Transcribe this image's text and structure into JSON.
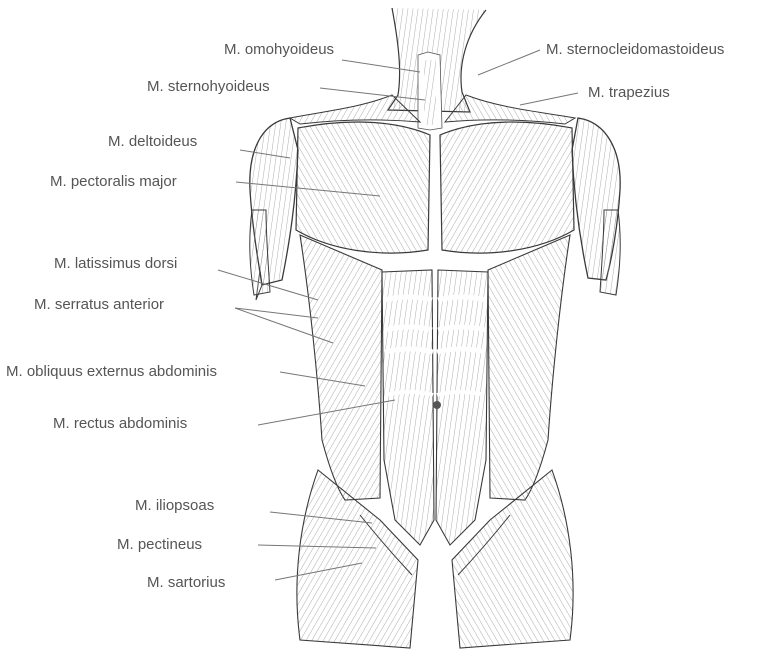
{
  "labels": {
    "omohyoideus": "M. omohyoideus",
    "sternocleidomastoideus": "M. sternocleidomastoideus",
    "sternohyoideus": "M. sternohyoideus",
    "trapezius": "M. trapezius",
    "deltoideus": "M. deltoideus",
    "pectoralis_major": "M. pectoralis major",
    "latissimus_dorsi": "M. latissimus dorsi",
    "serratus_anterior": "M. serratus anterior",
    "obliquus_externus": "M. obliquus externus abdominis",
    "rectus_abdominis": "M. rectus abdominis",
    "iliopsoas": "M. iliopsoas",
    "pectineus": "M. pectineus",
    "sartorius": "M. sartorius"
  },
  "colors": {
    "label_text": "#555555",
    "leader_line": "#777777",
    "outline": "#3a3a3a",
    "hatching": "#8a8a8a"
  }
}
